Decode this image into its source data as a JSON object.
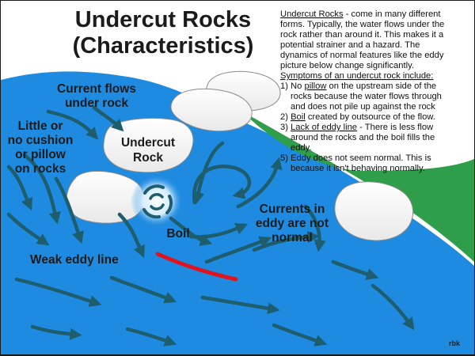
{
  "title": {
    "line1": "Undercut Rocks",
    "line2": "(Characteristics)"
  },
  "labels": {
    "current_flows": [
      "Current flows",
      "under rock"
    ],
    "cushion": [
      "Little or",
      "no cushion",
      "or pillow",
      "on rocks"
    ],
    "undercut_rock": [
      "Undercut",
      "Rock"
    ],
    "boil": "Boil",
    "weak_eddy_line": "Weak eddy line",
    "eddy_currents": [
      "Currents in",
      "eddy are not",
      "normal"
    ],
    "credit": "rbk"
  },
  "description": {
    "term": "Undercut Rocks",
    "intro_rest": " - come in many different",
    "intro_lines": [
      "forms. Typically, the water flows under the",
      "rock rather than around it. This makes it a",
      "potential strainer and a hazard. The",
      "dynamics of normal features like the eddy",
      "picture below change significantly."
    ],
    "symptoms_heading": "Symptoms of an undercut rock include:",
    "s1_prefix": "1) No ",
    "s1_term": "pillow",
    "s1_rest": " on the upstream side of the",
    "s1_lines": [
      "rocks because the water flows  through",
      "and does not pile up against the rock"
    ],
    "s2_prefix": "2) ",
    "s2_term": "Boil",
    "s2_rest": " created by outsource of the flow.",
    "s3_prefix": "3) ",
    "s3_term": "Lack of eddy line",
    "s3_rest": " - There is less flow",
    "s3_lines": [
      "around the rocks and the boil fills the",
      "eddy."
    ],
    "s5_line1": "5) Eddy does not seem normal. This is",
    "s5_line2": "because it isn't behaving normally."
  },
  "colors": {
    "water": "#1e8be0",
    "land": "#2e9e4a",
    "background": "#ffffff",
    "arrow": "#1d5d6e",
    "eddy_line": "#e0141e",
    "rock_fill": "#ffffff",
    "boil_glow": "#cfe9ff"
  }
}
